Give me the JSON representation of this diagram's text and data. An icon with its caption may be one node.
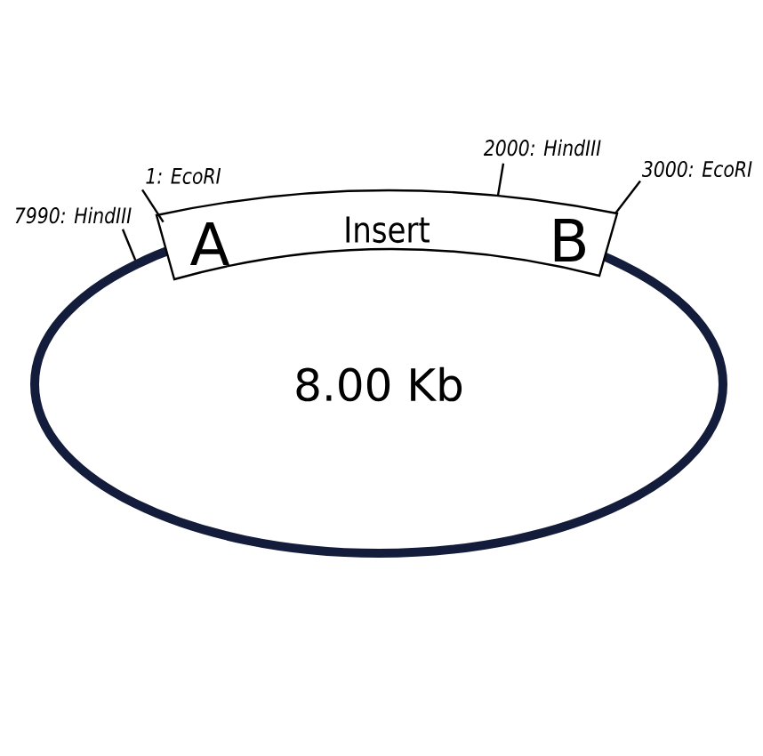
{
  "diagram": {
    "nodes": [
      {
        "text": [
          "8.00 Kb"
        ]
      },
      {
        "text": [
          "Insert"
        ]
      },
      {
        "text": [
          "2000: HindIII"
        ]
      },
      {
        "text": [
          "3000: EcoRI"
        ]
      },
      {
        "text": [
          "1: EcoRI"
        ]
      },
      {
        "text": [
          "7990: HindIII"
        ]
      }
    ],
    "edges": [
      {
        "from": 2,
        "to": 1,
        "arrow": "none"
      },
      {
        "from": 3,
        "to": 1,
        "arrow": "none"
      },
      {
        "from": 4,
        "to": 1,
        "arrow": "none"
      },
      {
        "from": 5,
        "to": 0,
        "arrow": "none"
      }
    ],
    "labels": [
      "A",
      "B"
    ]
  }
}
